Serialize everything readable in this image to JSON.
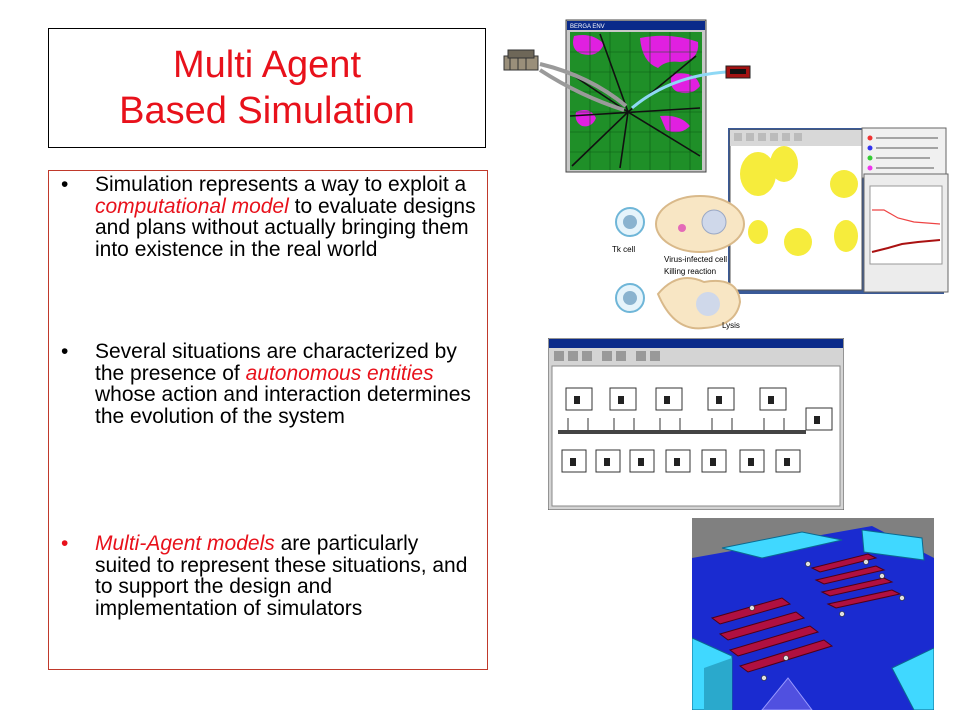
{
  "slide": {
    "title_line1": "Multi Agent",
    "title_line2": "Based Simulation",
    "bullet_char": "•",
    "bullets": [
      {
        "parts": [
          "Simulation represents a way to exploit a ",
          "computational model",
          " to evaluate designs and plans without actually bringing them into existence in the real world"
        ]
      },
      {
        "parts": [
          "Several situations are characterized by the presence of ",
          "autonomous entities",
          " whose action and interaction determines the evolution of the system"
        ]
      },
      {
        "parts": [
          "Multi-Agent models",
          " are particularly suited to represent these situations, and to support the design and implementation of simulators"
        ]
      }
    ]
  },
  "images": {
    "map_window_title": "BERGA ENV",
    "cell_labels": {
      "tk": "Tk cell",
      "virus": "Virus-infected cell",
      "killing": "Killing reaction",
      "lysis": "Lysis"
    }
  },
  "colors": {
    "accent": "#e8111b",
    "map_green": "#1f8f28",
    "map_magenta": "#e020e0",
    "window_blue": "#0a2a8a",
    "floor_blue": "#1a2bd0",
    "wall_cyan": "#40d8ff",
    "shelf_red": "#b01040"
  }
}
